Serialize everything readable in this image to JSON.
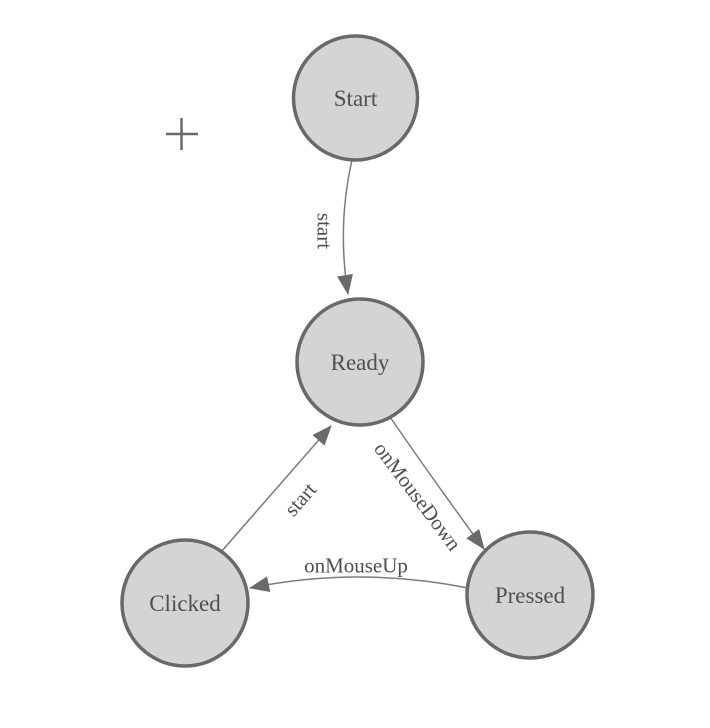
{
  "diagram": {
    "type": "state-machine",
    "nodes": [
      {
        "id": "start",
        "label": "Start"
      },
      {
        "id": "ready",
        "label": "Ready"
      },
      {
        "id": "clicked",
        "label": "Clicked"
      },
      {
        "id": "pressed",
        "label": "Pressed"
      }
    ],
    "edges": [
      {
        "from": "start",
        "to": "ready",
        "label": "start"
      },
      {
        "from": "ready",
        "to": "pressed",
        "label": "onMouseDown"
      },
      {
        "from": "pressed",
        "to": "clicked",
        "label": "onMouseUp"
      },
      {
        "from": "clicked",
        "to": "ready",
        "label": "start"
      }
    ],
    "colors": {
      "background": "#ffffff",
      "node_fill": "#d4d4d4",
      "node_stroke": "#696969",
      "edge_stroke": "#7b7b7b",
      "arrow_fill": "#6a6a6a",
      "label_color": "#4f4f4f",
      "cross_color": "#6a6a6a"
    },
    "icons": {
      "crosshair": "plus-crosshair-marker"
    }
  }
}
